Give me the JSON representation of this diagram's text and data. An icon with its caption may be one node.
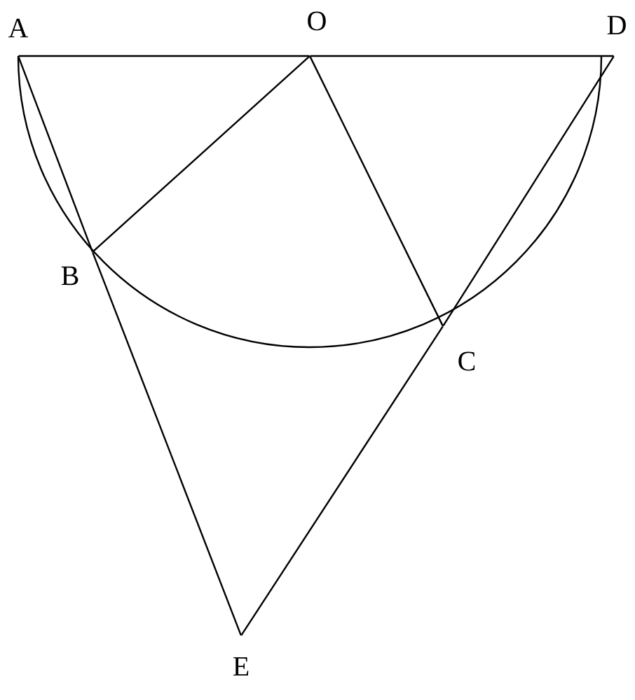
{
  "diagram": {
    "nodes": [
      {
        "text": [
          "A"
        ]
      },
      {
        "text": [
          "O"
        ]
      },
      {
        "text": [
          "D"
        ]
      },
      {
        "text": [
          "B"
        ]
      },
      {
        "text": [
          "C"
        ]
      },
      {
        "text": [
          "E"
        ]
      }
    ],
    "edges": [
      {
        "from": 0,
        "to": 1,
        "arrow": "none"
      },
      {
        "from": 1,
        "to": 2,
        "arrow": "none"
      },
      {
        "from": 0,
        "to": 3,
        "arrow": "none"
      },
      {
        "from": 3,
        "to": 5,
        "arrow": "none"
      },
      {
        "from": 2,
        "to": 4,
        "arrow": "none"
      },
      {
        "from": 4,
        "to": 5,
        "arrow": "none"
      },
      {
        "from": 1,
        "to": 3,
        "arrow": "none"
      },
      {
        "from": 1,
        "to": 4,
        "arrow": "none"
      }
    ]
  }
}
